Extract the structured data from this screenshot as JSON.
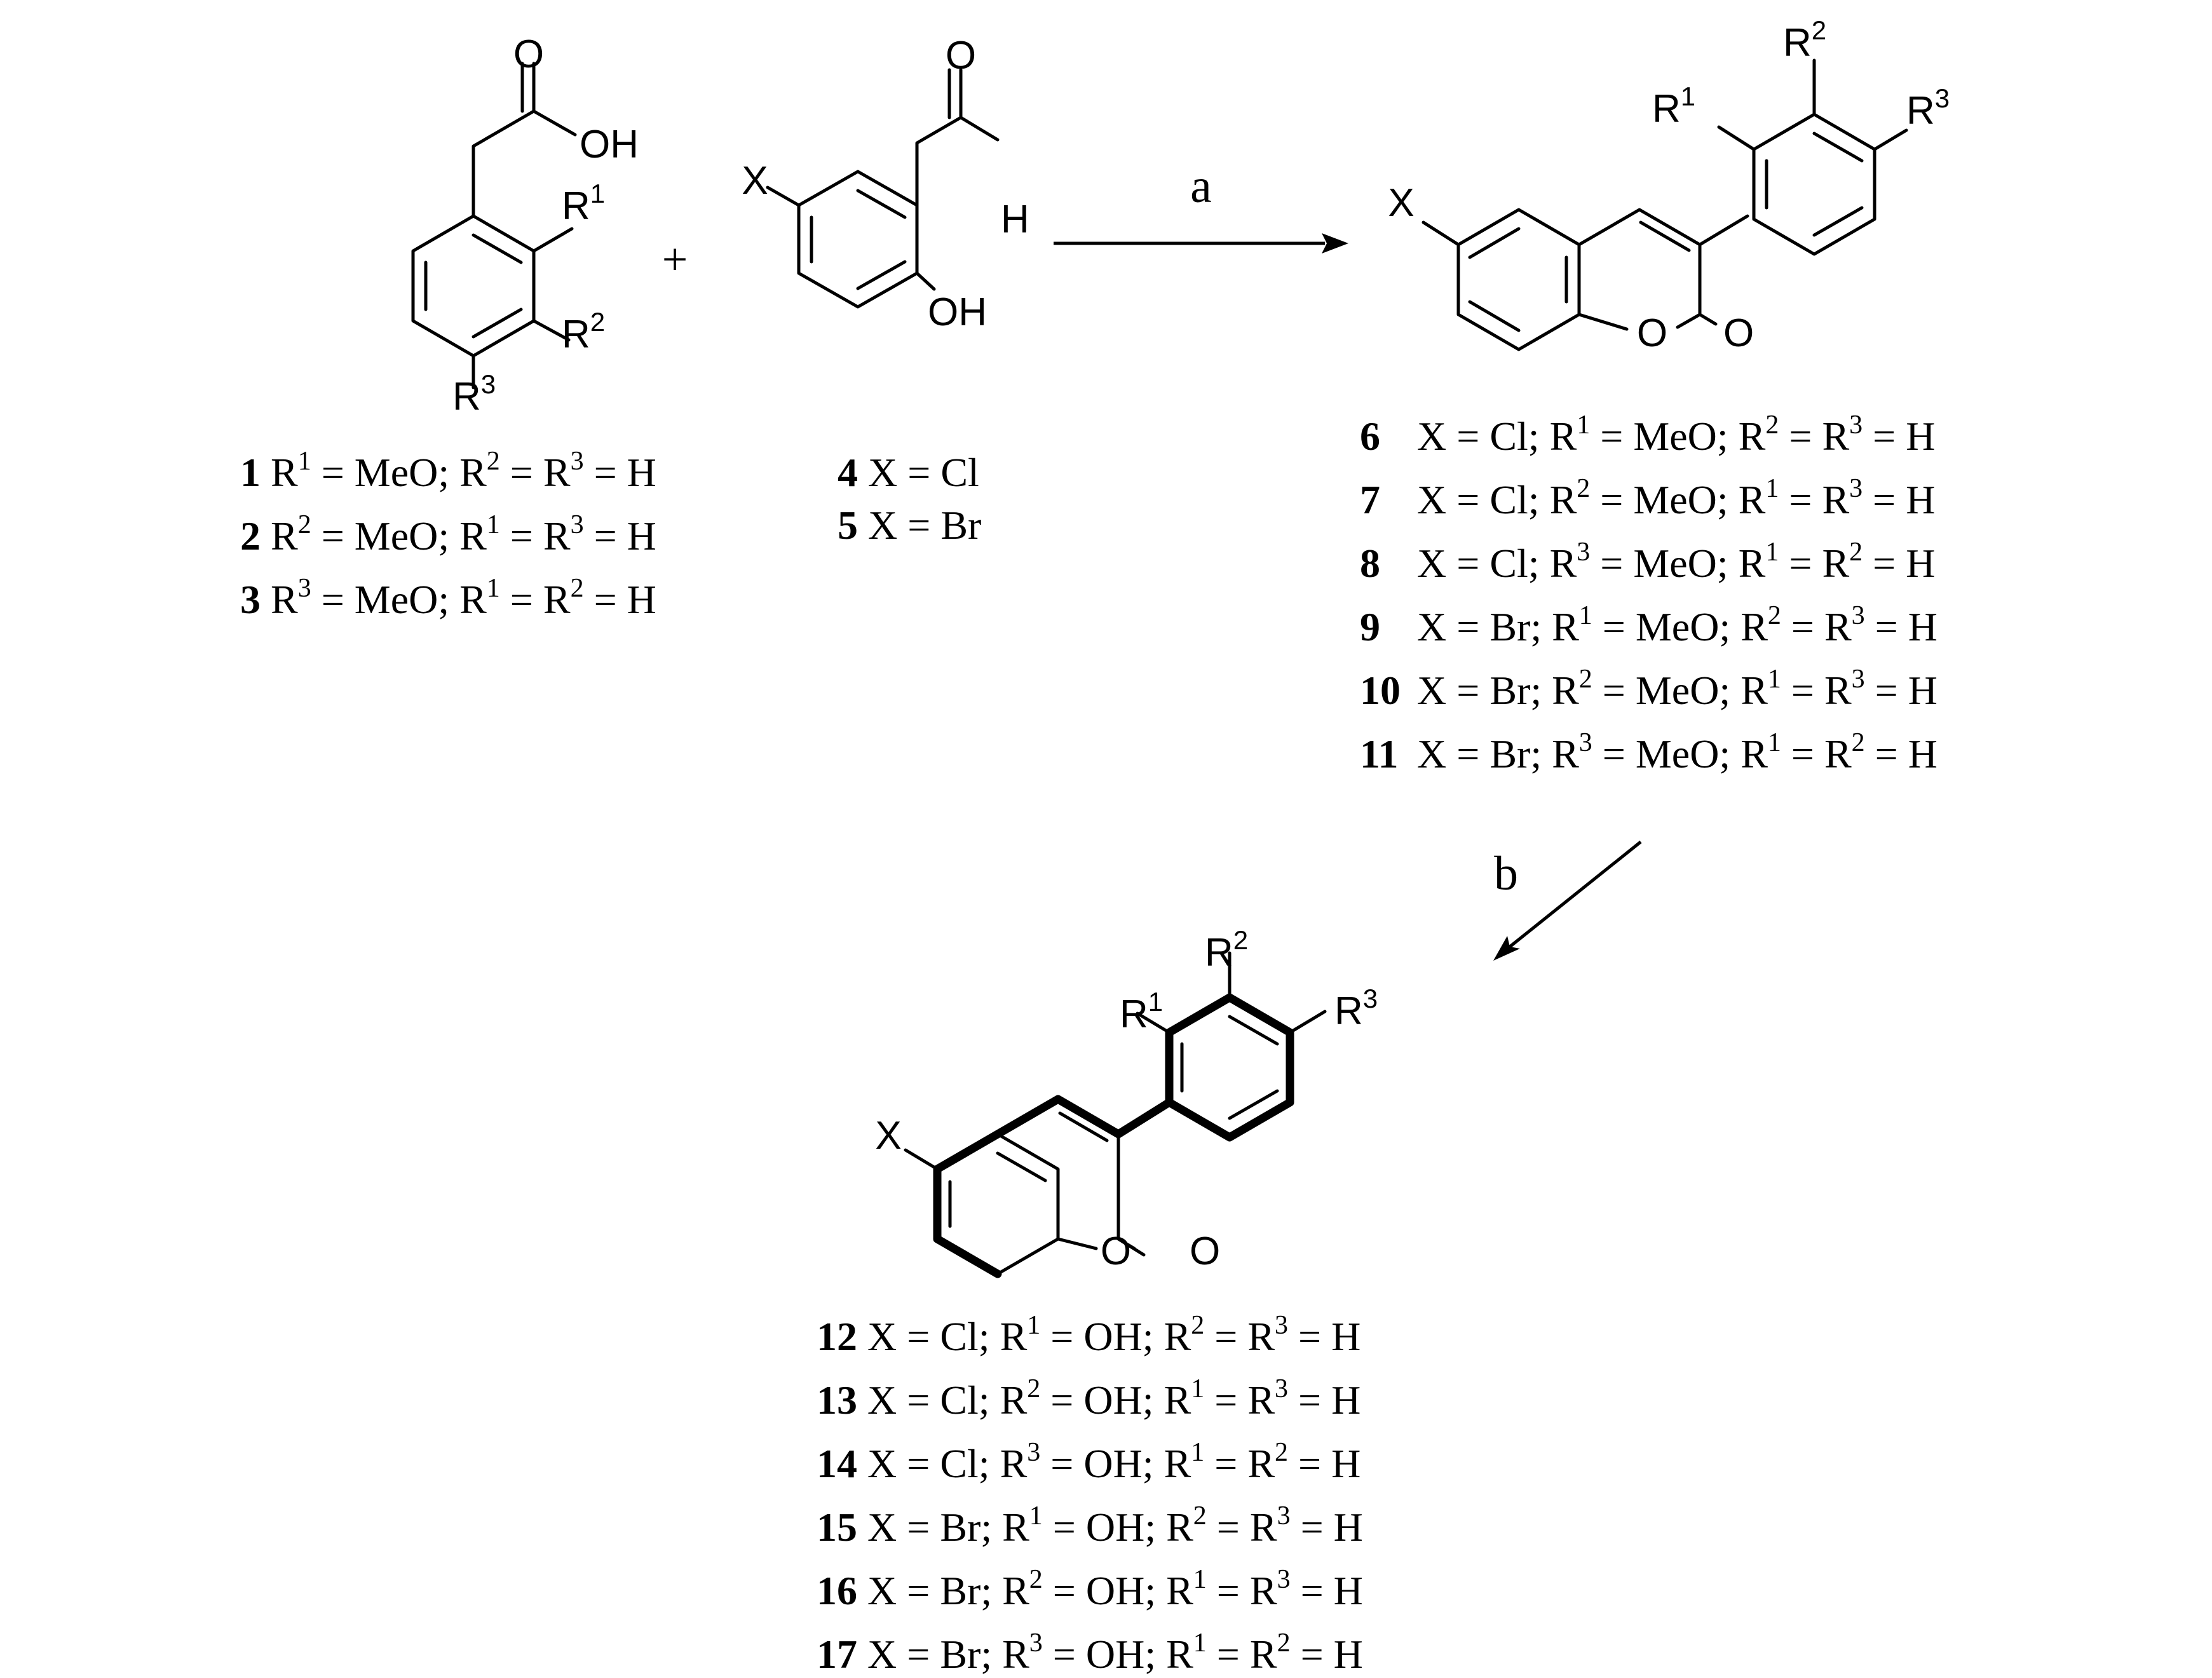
{
  "atoms": {
    "O": "O",
    "OH": "OH",
    "H": "H",
    "X": "X",
    "R": "R",
    "sup1": "1",
    "sup2": "2",
    "sup3": "3"
  },
  "operator_plus": "+",
  "arrow_a_label": "a",
  "arrow_b_label": "b",
  "compounds": {
    "arylacetic_acids": [
      {
        "num": "1",
        "a": "R",
        "as": "1",
        "b": " = MeO; R",
        "bs": "2",
        "c": " = R",
        "cs": "3",
        "d": " = H"
      },
      {
        "num": "2",
        "a": "R",
        "as": "2",
        "b": " = MeO; R",
        "bs": "1",
        "c": " = R",
        "cs": "3",
        "d": " = H"
      },
      {
        "num": "3",
        "a": "R",
        "as": "3",
        "b": " = MeO; R",
        "bs": "1",
        "c": " = R",
        "cs": "2",
        "d": " = H"
      }
    ],
    "salicylaldehydes": [
      {
        "num": "4",
        "text": " X = Cl"
      },
      {
        "num": "5",
        "text": " X = Br"
      }
    ],
    "methoxy_coumarins": [
      {
        "num": "6",
        "x": "X = Cl; R",
        "as": "1",
        "b": " = MeO; R",
        "bs": "2",
        "c": " = R",
        "cs": "3",
        "d": " = H"
      },
      {
        "num": "7",
        "x": "X = Cl; R",
        "as": "2",
        "b": " = MeO; R",
        "bs": "1",
        "c": " = R",
        "cs": "3",
        "d": " = H"
      },
      {
        "num": "8",
        "x": "X = Cl; R",
        "as": "3",
        "b": " = MeO; R",
        "bs": "1",
        "c": " = R",
        "cs": "2",
        "d": " = H"
      },
      {
        "num": "9",
        "x": "X = Br; R",
        "as": "1",
        "b": " = MeO; R",
        "bs": "2",
        "c": " = R",
        "cs": "3",
        "d": " = H"
      },
      {
        "num": "10",
        "x": "X = Br; R",
        "as": "2",
        "b": " = MeO; R",
        "bs": "1",
        "c": " = R",
        "cs": "3",
        "d": " = H"
      },
      {
        "num": "11",
        "x": "X = Br; R",
        "as": "3",
        "b": " = MeO; R",
        "bs": "1",
        "c": " = R",
        "cs": "2",
        "d": " = H"
      }
    ],
    "hydroxy_coumarins": [
      {
        "num": "12",
        "x": " X = Cl; R",
        "as": "1",
        "b": " = OH; R",
        "bs": "2",
        "c": " = R",
        "cs": "3",
        "d": " = H"
      },
      {
        "num": "13",
        "x": " X = Cl; R",
        "as": "2",
        "b": " = OH; R",
        "bs": "1",
        "c": " = R",
        "cs": "3",
        "d": " = H"
      },
      {
        "num": "14",
        "x": " X = Cl; R",
        "as": "3",
        "b": " = OH; R",
        "bs": "1",
        "c": " = R",
        "cs": "2",
        "d": " = H"
      },
      {
        "num": "15",
        "x": " X = Br; R",
        "as": "1",
        "b": " = OH; R",
        "bs": "2",
        "c": " = R",
        "cs": "3",
        "d": " = H"
      },
      {
        "num": "16",
        "x": " X = Br; R",
        "as": "2",
        "b": " = OH; R",
        "bs": "1",
        "c": " = R",
        "cs": "3",
        "d": " = H"
      },
      {
        "num": "17",
        "x": " X = Br; R",
        "as": "3",
        "b": " = OH; R",
        "bs": "1",
        "c": " = R",
        "cs": "2",
        "d": " = H"
      }
    ]
  }
}
